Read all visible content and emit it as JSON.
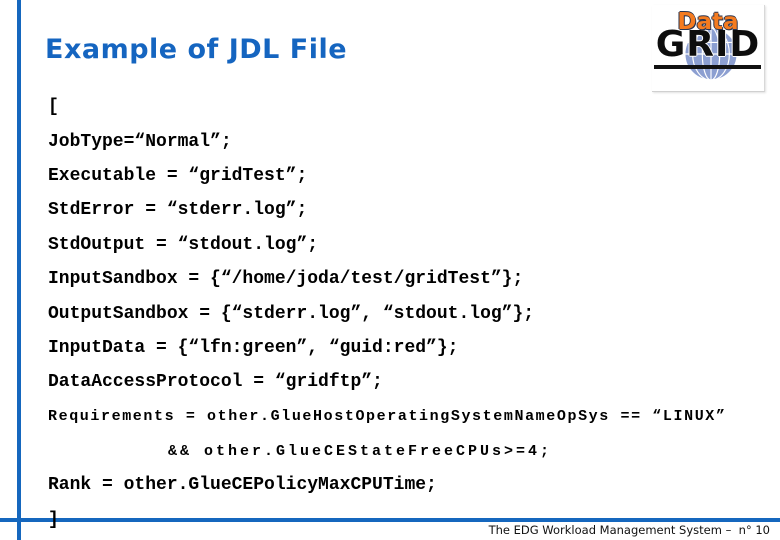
{
  "slide": {
    "title": "Example of JDL File",
    "footer": "The EDG Workload Management System –  n° 10",
    "accent_color": "#1567BE"
  },
  "logo": {
    "top_text": "Data",
    "main_text": "GRID",
    "top_color": "#F47B20",
    "main_color": "#0D0D0D",
    "globe_color": "#8C9FD1"
  },
  "code": {
    "lines": [
      {
        "text": "[",
        "style": "normal"
      },
      {
        "text": "JobType=“Normal”;",
        "style": "normal"
      },
      {
        "text": "Executable = “gridTest”;",
        "style": "normal"
      },
      {
        "text": "StdError = “stderr.log”;",
        "style": "normal"
      },
      {
        "text": "StdOutput = “stdout.log”;",
        "style": "normal"
      },
      {
        "text": "InputSandbox = {“/home/joda/test/gridTest”};",
        "style": "normal"
      },
      {
        "text": "OutputSandbox = {“stderr.log”, “stdout.log”};",
        "style": "normal"
      },
      {
        "text": "InputData = {“lfn:green”, “guid:red”};",
        "style": "normal"
      },
      {
        "text": "DataAccessProtocol = “gridftp”;",
        "style": "normal"
      },
      {
        "text": "Requirements = other.GlueHostOperatingSystemNameOpSys == “LINUX”",
        "style": "small"
      },
      {
        "text": "&& other.GlueCEStateFreeCPUs>=4;",
        "style": "small-indent"
      },
      {
        "text": "Rank = other.GlueCEPolicyMaxCPUTime;",
        "style": "normal"
      },
      {
        "text": "]",
        "style": "normal"
      }
    ]
  }
}
